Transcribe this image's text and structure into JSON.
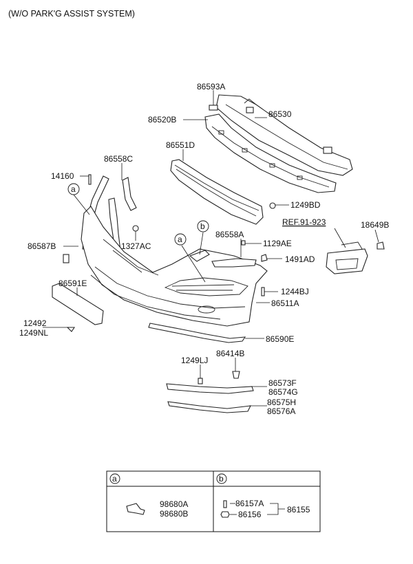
{
  "title": "(W/O PARK'G ASSIST SYSTEM)",
  "parts": {
    "p86593A": "86593A",
    "p86530": "86530",
    "p86520B": "86520B",
    "p86551D": "86551D",
    "p14160": "14160",
    "p86558C": "86558C",
    "p1249BD": "1249BD",
    "p18649B": "18649B",
    "ref": "REF.91-923",
    "p86587B": "86587B",
    "p1327AC": "1327AC",
    "p86558A": "86558A",
    "p1129AE": "1129AE",
    "p1491AD": "1491AD",
    "p1244BJ": "1244BJ",
    "p86511A": "86511A",
    "p86591E": "86591E",
    "p12492": "12492",
    "p1249NL": "1249NL",
    "p86590E": "86590E",
    "p1249LJ": "1249LJ",
    "p86414B": "86414B",
    "p86573F": "86573F",
    "p86574G": "86574G",
    "p86575H": "86575H",
    "p86576A": "86576A"
  },
  "callouts": {
    "a": "a",
    "b": "b"
  },
  "legend": {
    "a_letter": "a",
    "b_letter": "b",
    "a_part1": "98680A",
    "a_part2": "98680B",
    "b_part1": "86157A",
    "b_part2": "86156",
    "b_assembly": "86155"
  }
}
